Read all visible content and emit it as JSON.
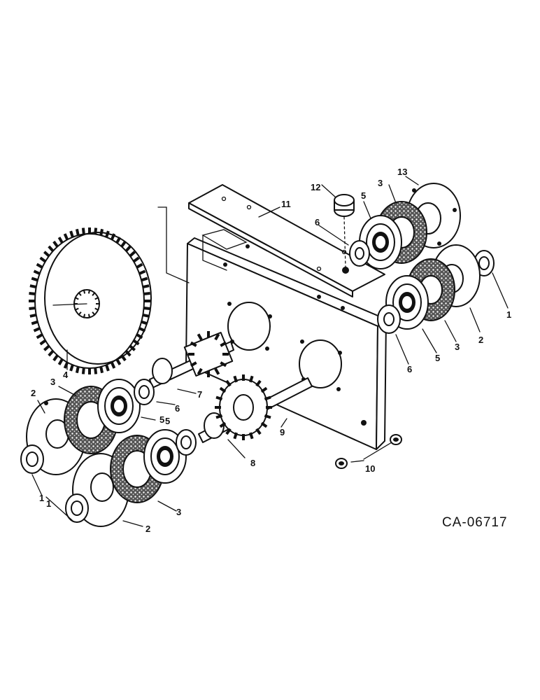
{
  "drawing_code": "CA-06717",
  "callouts": {
    "c1a": "1",
    "c1b": "1",
    "c1c": "1",
    "c2a": "2",
    "c2b": "2",
    "c2c": "2",
    "c3a": "3",
    "c3b": "3",
    "c3c": "3",
    "c3d": "3",
    "c4": "4",
    "c5a": "5",
    "c5b": "5",
    "c5c": "5",
    "c5d": "5",
    "c6a": "6",
    "c6b": "6",
    "c6c": "6",
    "c7": "7",
    "c8": "8",
    "c9": "9",
    "c10": "10",
    "c11": "11",
    "c12": "12",
    "c13": "13"
  }
}
